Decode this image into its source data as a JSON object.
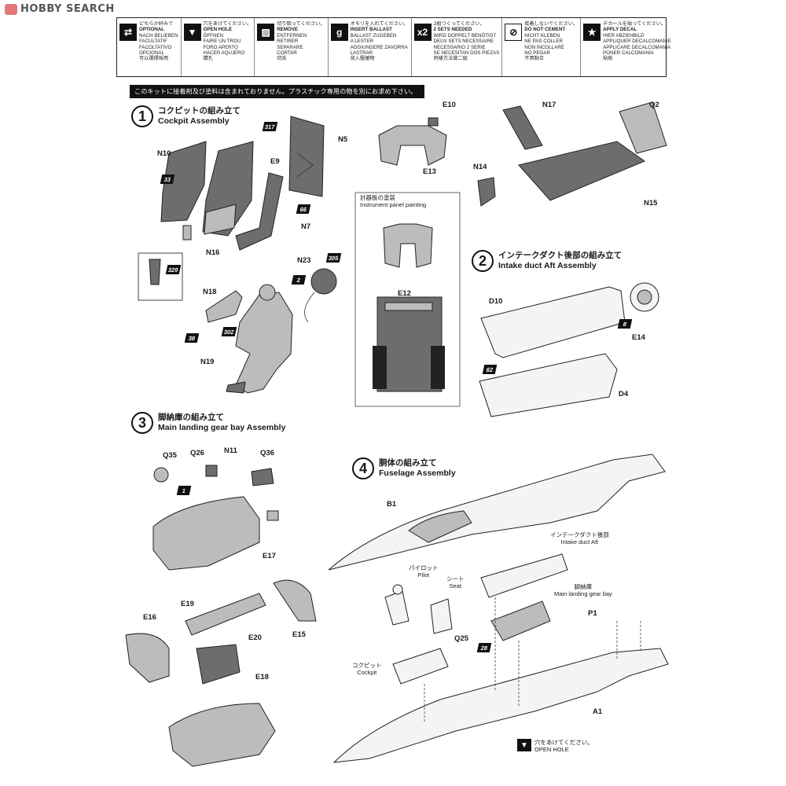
{
  "brand": "HOBBY SEARCH",
  "legend": [
    {
      "icon": "arrow-optional-icon",
      "sym": "⇄",
      "jp": "どちらか好みで",
      "lines": [
        "OPTIONAL",
        "NACH BELIEBEN",
        "FACULTATIF",
        "FACOLTATIVO",
        "OPCIONAL",
        "可以選擇採用"
      ]
    },
    {
      "icon": "open-hole-icon",
      "sym": "▼",
      "jp": "穴をあけてください。",
      "lines": [
        "OPEN HOLE",
        "ÖFFNEN",
        "FAIRE UN TROU",
        "FORO APERTO",
        "HACER AQUJERO",
        "鑽孔"
      ]
    },
    {
      "icon": "remove-icon",
      "sym": "▨",
      "jp": "切り取ってください。",
      "lines": [
        "REMOVE",
        "ENTFERNEN",
        "RETIRER",
        "SEPARARE",
        "CORTAR",
        "切去"
      ]
    },
    {
      "icon": "ballast-icon",
      "sym": "g",
      "jp": "オモリを入れてください。",
      "lines": [
        "INSERT BALLAST",
        "BALLAST ZUGEBEN",
        "A LESTER",
        "AGGIUNGERE ZAVORRA",
        "LASTRAR",
        "放入壓艙物"
      ]
    },
    {
      "icon": "x2-icon",
      "sym": "x2",
      "jp": "2組つくってください。",
      "lines": [
        "2 SETS NEEDED",
        "WIRD DOPPELT BENÖTIGT",
        "DEUX SETS NECESSAIRE",
        "NECESSARIO 2 SERIE",
        "SE NECESITAN DOS PIEZAS",
        "同樣方法做二組"
      ]
    },
    {
      "icon": "no-cement-icon",
      "sym": "⊘",
      "jp": "接着しないでください。",
      "lines": [
        "DO NOT CEMENT",
        "NICHT KLEBEN",
        "NE PAS COLLER",
        "NON INCOLLARE",
        "NO PEGAR",
        "不用黏合"
      ]
    },
    {
      "icon": "decal-star-icon",
      "sym": "★",
      "jp": "デカールを貼ってください。",
      "lines": [
        "APPLY DECAL",
        "HIER ABZIEHBILD",
        "APPLIQUER DECALCOMANIE",
        "APPLICARE DECALCOMANIA",
        "PONER CALCOMANIA",
        "貼紙"
      ]
    }
  ],
  "notice": "このキットに接着剤及び塗料は含まれておりません。プラスチック専用の物を別にお求め下さい。",
  "steps": [
    {
      "num": "1",
      "jp": "コクピットの組み立て",
      "en": "Cockpit Assembly"
    },
    {
      "num": "2",
      "jp": "インテークダクト後部の組み立て",
      "en": "Intake duct Aft Assembly"
    },
    {
      "num": "3",
      "jp": "脚納庫の組み立て",
      "en": "Main landing gear bay Assembly"
    },
    {
      "num": "4",
      "jp": "胴体の組み立て",
      "en": "Fuselage Assembly"
    }
  ],
  "inset": {
    "jp": "計器板の塗装",
    "en": "Instrument panel painting"
  },
  "captions": {
    "intake_aft": {
      "jp": "インテークダクト後部",
      "en": "Intake duct Aft"
    },
    "landing_bay": {
      "jp": "脚納庫",
      "en": "Main landing gear bay"
    },
    "pilot": {
      "jp": "パイロット",
      "en": "Pilot"
    },
    "seat": {
      "jp": "シート",
      "en": "Seat"
    },
    "cockpit": {
      "jp": "コクピット",
      "en": "Cockpit"
    }
  },
  "open_hole": {
    "jp": "穴をあけてください。",
    "en": "OPEN HOLE"
  },
  "parts": [
    "N5",
    "N10",
    "E9",
    "317",
    "33",
    "66",
    "N7",
    "N16",
    "329",
    "N23",
    "305",
    "2",
    "N18",
    "38",
    "302",
    "N19",
    "E10",
    "E13",
    "E12",
    "N17",
    "Q2",
    "N14",
    "N15",
    "D10",
    "E14",
    "8",
    "D4",
    "62",
    "Q35",
    "Q26",
    "N11",
    "Q36",
    "1",
    "E17",
    "E19",
    "E15",
    "E16",
    "E20",
    "E18",
    "B1",
    "P1",
    "Q25",
    "28",
    "A1"
  ],
  "colors": {
    "ink": "#111111",
    "part_dark": "#6d6d6d",
    "part_light": "#bcbcbc"
  }
}
